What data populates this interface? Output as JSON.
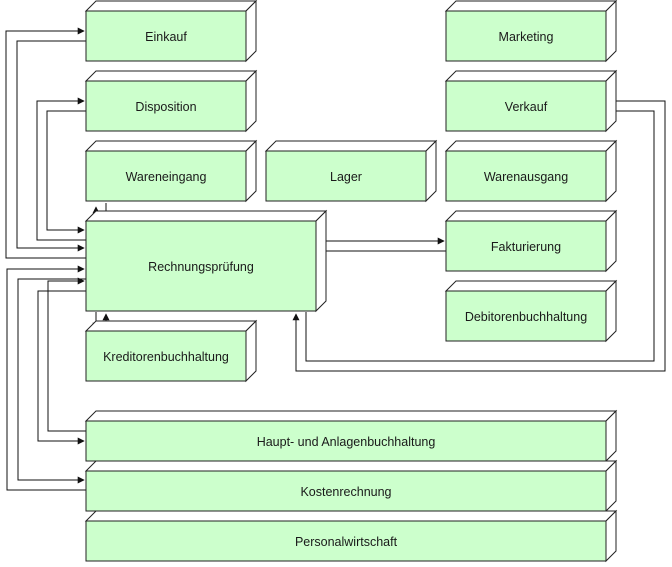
{
  "diagram": {
    "nodes": [
      {
        "id": "einkauf",
        "label": "Einkauf"
      },
      {
        "id": "marketing",
        "label": "Marketing"
      },
      {
        "id": "disposition",
        "label": "Disposition"
      },
      {
        "id": "verkauf",
        "label": "Verkauf"
      },
      {
        "id": "wareneingang",
        "label": "Wareneingang"
      },
      {
        "id": "lager",
        "label": "Lager"
      },
      {
        "id": "warenausgang",
        "label": "Warenausgang"
      },
      {
        "id": "rechnungspruefung",
        "label": "Rechnungsprüfung"
      },
      {
        "id": "fakturierung",
        "label": "Fakturierung"
      },
      {
        "id": "debitorenbuchhaltung",
        "label": "Debitorenbuchhaltung"
      },
      {
        "id": "kreditorenbuchhaltung",
        "label": "Kreditorenbuchhaltung"
      },
      {
        "id": "hauptbuch",
        "label": "Haupt- und Anlagenbuchhaltung"
      },
      {
        "id": "kostenrechnung",
        "label": "Kostenrechnung"
      },
      {
        "id": "personal",
        "label": "Personalwirtschaft"
      }
    ],
    "edges": [
      {
        "from": "rechnungspruefung",
        "to": "einkauf"
      },
      {
        "from": "einkauf",
        "to": "rechnungspruefung"
      },
      {
        "from": "rechnungspruefung",
        "to": "disposition"
      },
      {
        "from": "disposition",
        "to": "rechnungspruefung"
      },
      {
        "from": "rechnungspruefung",
        "to": "wareneingang"
      },
      {
        "from": "wareneingang",
        "to": "rechnungspruefung"
      },
      {
        "from": "rechnungspruefung",
        "to": "kreditorenbuchhaltung"
      },
      {
        "from": "kreditorenbuchhaltung",
        "to": "rechnungspruefung"
      },
      {
        "from": "rechnungspruefung",
        "to": "fakturierung"
      },
      {
        "from": "fakturierung",
        "to": "rechnungspruefung"
      },
      {
        "from": "rechnungspruefung",
        "to": "verkauf"
      },
      {
        "from": "verkauf",
        "to": "rechnungspruefung"
      },
      {
        "from": "rechnungspruefung",
        "to": "hauptbuch"
      },
      {
        "from": "hauptbuch",
        "to": "rechnungspruefung"
      },
      {
        "from": "rechnungspruefung",
        "to": "kostenrechnung"
      },
      {
        "from": "kostenrechnung",
        "to": "rechnungspruefung"
      }
    ]
  }
}
